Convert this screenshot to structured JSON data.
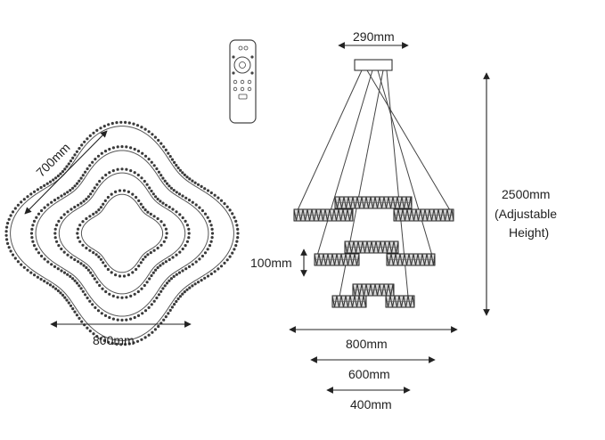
{
  "colors": {
    "line": "#222222",
    "crystal": "#3a3a3a",
    "remote_body": "#ffffff"
  },
  "icons": {
    "remote": "remote-control-icon",
    "chandelier_top_view": "wavy-ring-chandelier-top-view",
    "chandelier_side_view": "three-tier-chandelier-side-view"
  },
  "dimensions": {
    "diagonal": "700mm",
    "top_width": "800mm",
    "canopy": "290mm",
    "height": "2500mm",
    "height_note_line1": "(Adjustable",
    "height_note_line2": "Height)",
    "tier_height": "100mm",
    "large_ring": "800mm",
    "medium_ring": "600mm",
    "small_ring": "400mm"
  }
}
